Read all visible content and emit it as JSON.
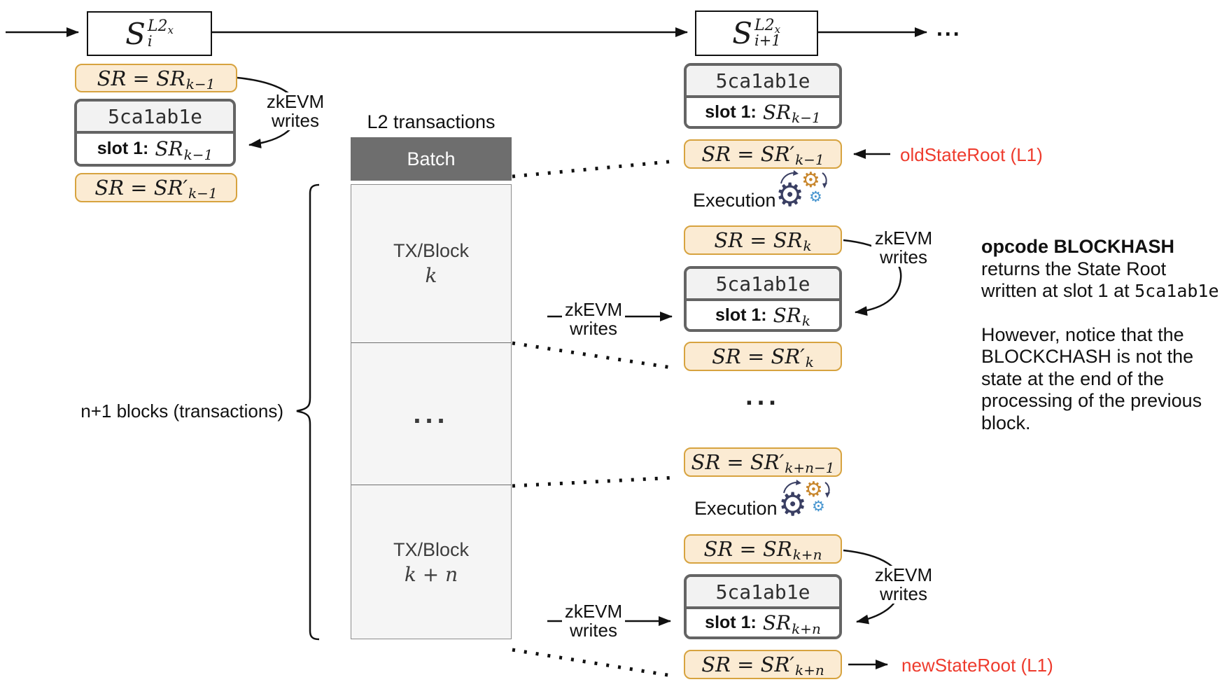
{
  "colors": {
    "orange_fill": "#FBEBD3",
    "orange_border": "#D7A33F",
    "gray_border": "#646464",
    "batch_bg": "#6E6E6E",
    "column_bg": "#F5F5F5",
    "red": "#EE3B2D",
    "gear_navy": "#3A3F63",
    "gear_orange": "#C8862C",
    "gear_blue": "#4594CF"
  },
  "top_chain": {
    "s1_base": "S",
    "s1_sup": "L2",
    "s1_sup_sub": "x",
    "s1_sub": "i",
    "s2_base": "S",
    "s2_sup": "L2",
    "s2_sup_sub": "x",
    "s2_sub": "i+1",
    "ellipsis": "..."
  },
  "left_stack": {
    "sr_top_main": "SR = SR",
    "sr_top_sub": "k−1",
    "contract_address": "5ca1ab1e",
    "slot_label": "slot 1:",
    "slot_main": "SR",
    "slot_sub": "k−1",
    "sr_bottom_main": "SR = SR′",
    "sr_bottom_sub": "k−1",
    "zkevm_line1": "zkEVM",
    "zkevm_line2": "writes"
  },
  "batch_column": {
    "title": "L2 transactions",
    "header_label": "Batch",
    "block_top_line1": "TX/Block",
    "block_top_line2": "k",
    "ellipsis": "...",
    "block_bottom_line1": "TX/Block",
    "block_bottom_line2": "k + n",
    "brace_label": "n+1 blocks (transactions)"
  },
  "right_stack": {
    "contract1_address": "5ca1ab1e",
    "contract1_slot_label": "slot 1:",
    "contract1_slot_main": "SR",
    "contract1_slot_sub": "k−1",
    "sr_old_main": "SR = SR′",
    "sr_old_sub": "k−1",
    "execution1_label": "Execution",
    "execution_icon": "gears",
    "sr_k_main": "SR = SR",
    "sr_k_sub": "k",
    "zkevm_right1_line1": "zkEVM",
    "zkevm_right1_line2": "writes",
    "zkevm_mid_line1": "zkEVM",
    "zkevm_mid_line2": "writes",
    "contract2_address": "5ca1ab1e",
    "contract2_slot_label": "slot 1:",
    "contract2_slot_main": "SR",
    "contract2_slot_sub": "k",
    "sr_k_prime_main": "SR = SR′",
    "sr_k_prime_sub": "k",
    "ellipsis": "...",
    "sr_kn1_main": "SR = SR′",
    "sr_kn1_sub": "k+n−1",
    "execution2_label": "Execution",
    "sr_kn_main": "SR = SR",
    "sr_kn_sub": "k+n",
    "zkevm_right2_line1": "zkEVM",
    "zkevm_right2_line2": "writes",
    "zkevm_bottom_line1": "zkEVM",
    "zkevm_bottom_line2": "writes",
    "contract3_address": "5ca1ab1e",
    "contract3_slot_label": "slot 1:",
    "contract3_slot_main": "SR",
    "contract3_slot_sub": "k+n",
    "sr_kn_prime_main": "SR = SR′",
    "sr_kn_prime_sub": "k+n"
  },
  "annotations": {
    "old_state_root": "oldStateRoot (L1)",
    "new_state_root": "newStateRoot (L1)",
    "note_line1": "opcode BLOCKHASH",
    "note_line2": "returns the State Root",
    "note_line3_prefix": "written at slot 1 at ",
    "note_line3_mono": "5ca1ab1e",
    "note_para2": "However, notice that the BLOCKCHASH is not the state at the end of the processing of the previous block."
  }
}
